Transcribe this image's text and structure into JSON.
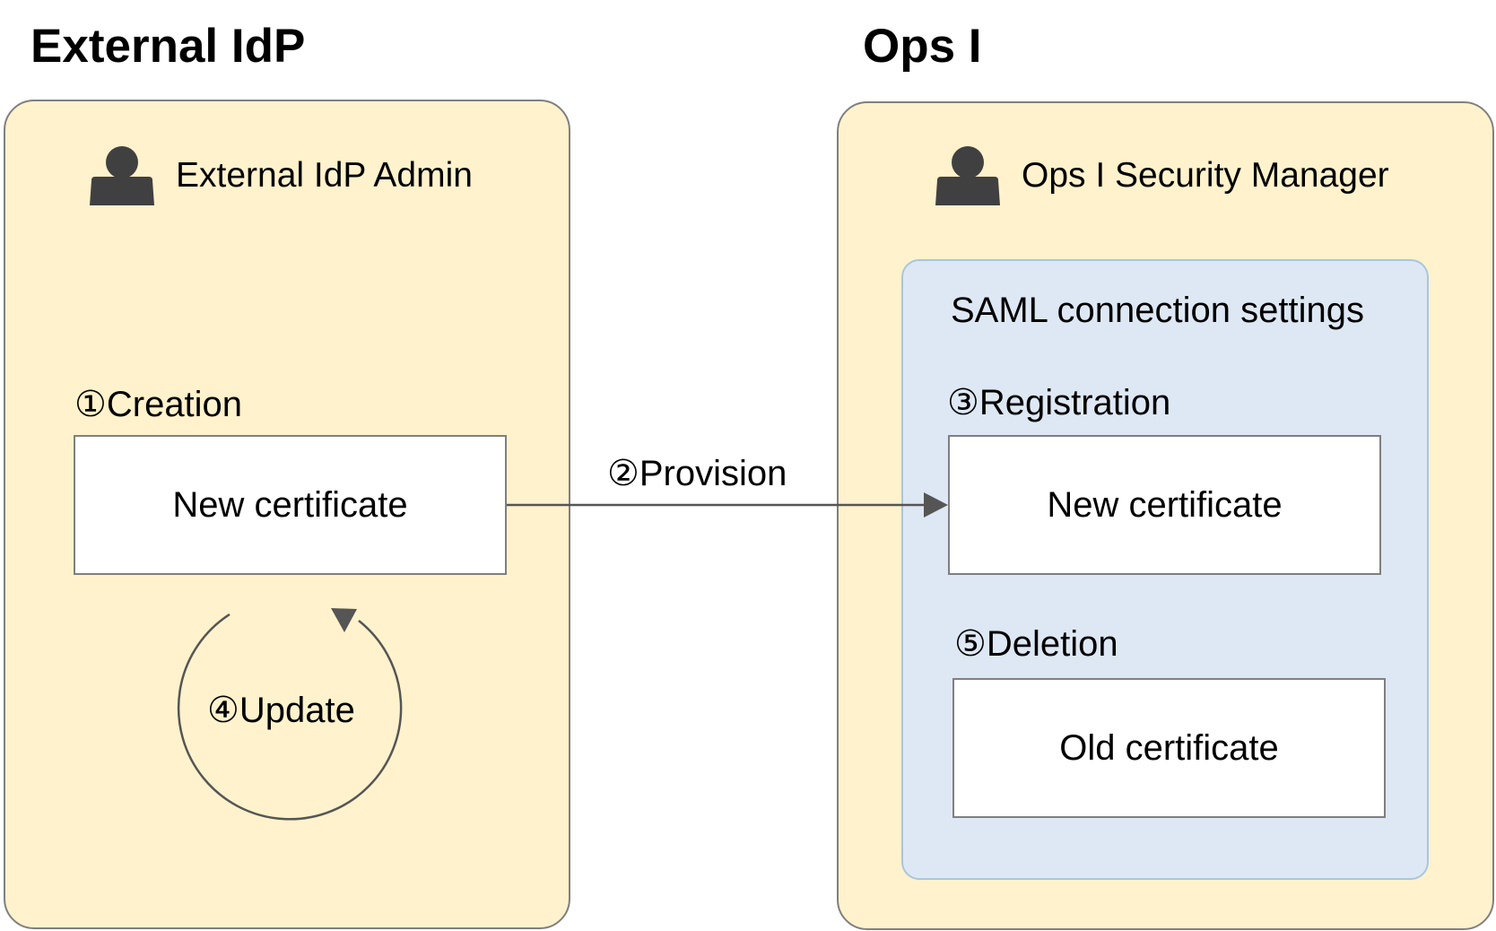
{
  "external_idp": {
    "title": "External IdP",
    "role": "External IdP Admin",
    "role_icon": "person-icon",
    "step_creation": "①Creation",
    "new_certificate": "New certificate",
    "step_update": "④Update"
  },
  "provision": {
    "label": "②Provision"
  },
  "ops": {
    "title": "Ops I",
    "role": "Ops I Security Manager",
    "role_icon": "person-icon",
    "saml_settings": {
      "title": "SAML connection settings",
      "step_registration": "③Registration",
      "new_certificate": "New certificate",
      "step_deletion": "⑤Deletion",
      "old_certificate": "Old certificate"
    }
  },
  "colors": {
    "panel_fill": "#fff2cc",
    "panel_border": "#7f7f7f",
    "saml_fill": "#dee8f4",
    "saml_border": "#a9c6e0",
    "icon": "#404040",
    "connector": "#555555"
  }
}
